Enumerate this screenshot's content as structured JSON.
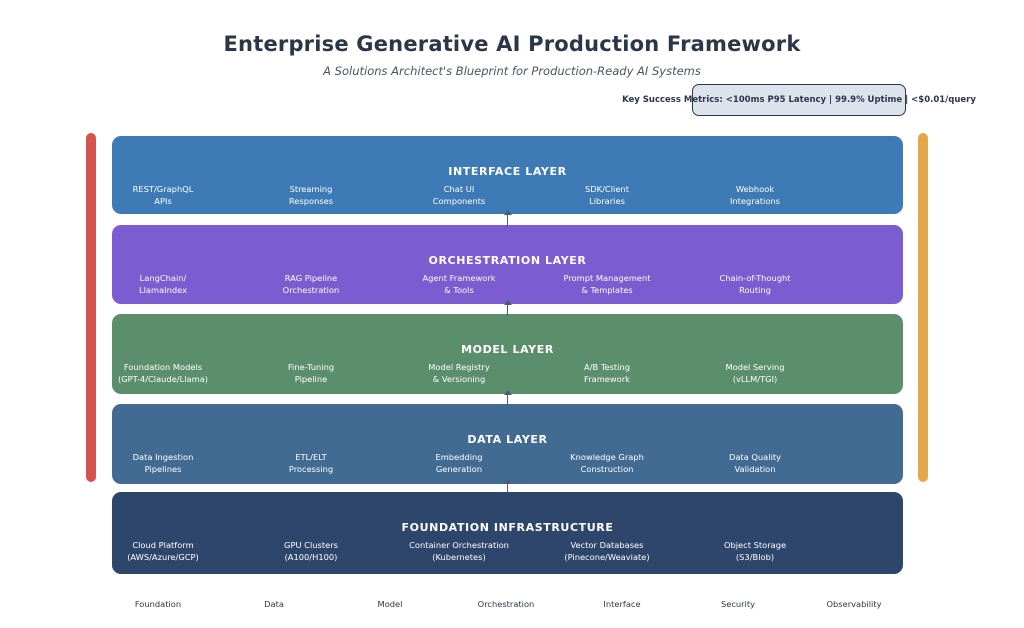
{
  "header": {
    "title": "Enterprise Generative AI Production Framework",
    "subtitle": "A Solutions Architect's Blueprint for Production-Ready AI Systems",
    "key_metrics": "Key Success Metrics: <100ms P95 Latency | 99.9% Uptime | <$0.01/query"
  },
  "layers": [
    {
      "id": "interface",
      "title": "INTERFACE LAYER",
      "color": "#3e7bb6",
      "items": [
        "REST/GraphQL\nAPIs",
        "Streaming\nResponses",
        "Chat UI\nComponents",
        "SDK/Client\nLibraries",
        "Webhook\nIntegrations"
      ]
    },
    {
      "id": "orchestration",
      "title": "ORCHESTRATION LAYER",
      "color": "#7c5cd1",
      "items": [
        "LangChain/\nLlamaIndex",
        "RAG Pipeline\nOrchestration",
        "Agent Framework\n& Tools",
        "Prompt Management\n& Templates",
        "Chain-of-Thought\nRouting"
      ]
    },
    {
      "id": "model",
      "title": "MODEL LAYER",
      "color": "#5b8f6c",
      "items": [
        "Foundation Models\n(GPT-4/Claude/Llama)",
        "Fine-Tuning\nPipeline",
        "Model Registry\n& Versioning",
        "A/B Testing\nFramework",
        "Model Serving\n(vLLM/TGI)"
      ]
    },
    {
      "id": "data",
      "title": "DATA LAYER",
      "color": "#426b94",
      "items": [
        "Data Ingestion\nPipelines",
        "ETL/ELT\nProcessing",
        "Embedding\nGeneration",
        "Knowledge Graph\nConstruction",
        "Data Quality\nValidation"
      ]
    },
    {
      "id": "foundation",
      "title": "FOUNDATION INFRASTRUCTURE",
      "color": "#2e466b",
      "items": [
        "Cloud Platform\n(AWS/Azure/GCP)",
        "GPU Clusters\n(A100/H100)",
        "Container Orchestration\n(Kubernetes)",
        "Vector Databases\n(Pinecone/Weaviate)",
        "Object Storage\n(S3/Blob)"
      ]
    }
  ],
  "side_bars": {
    "left": {
      "color": "#d4534e"
    },
    "right": {
      "color": "#e2a84b"
    }
  },
  "footer_labels": [
    "Foundation",
    "Data",
    "Model",
    "Orchestration",
    "Interface",
    "Security",
    "Observability"
  ],
  "text_color": "#2b3648"
}
